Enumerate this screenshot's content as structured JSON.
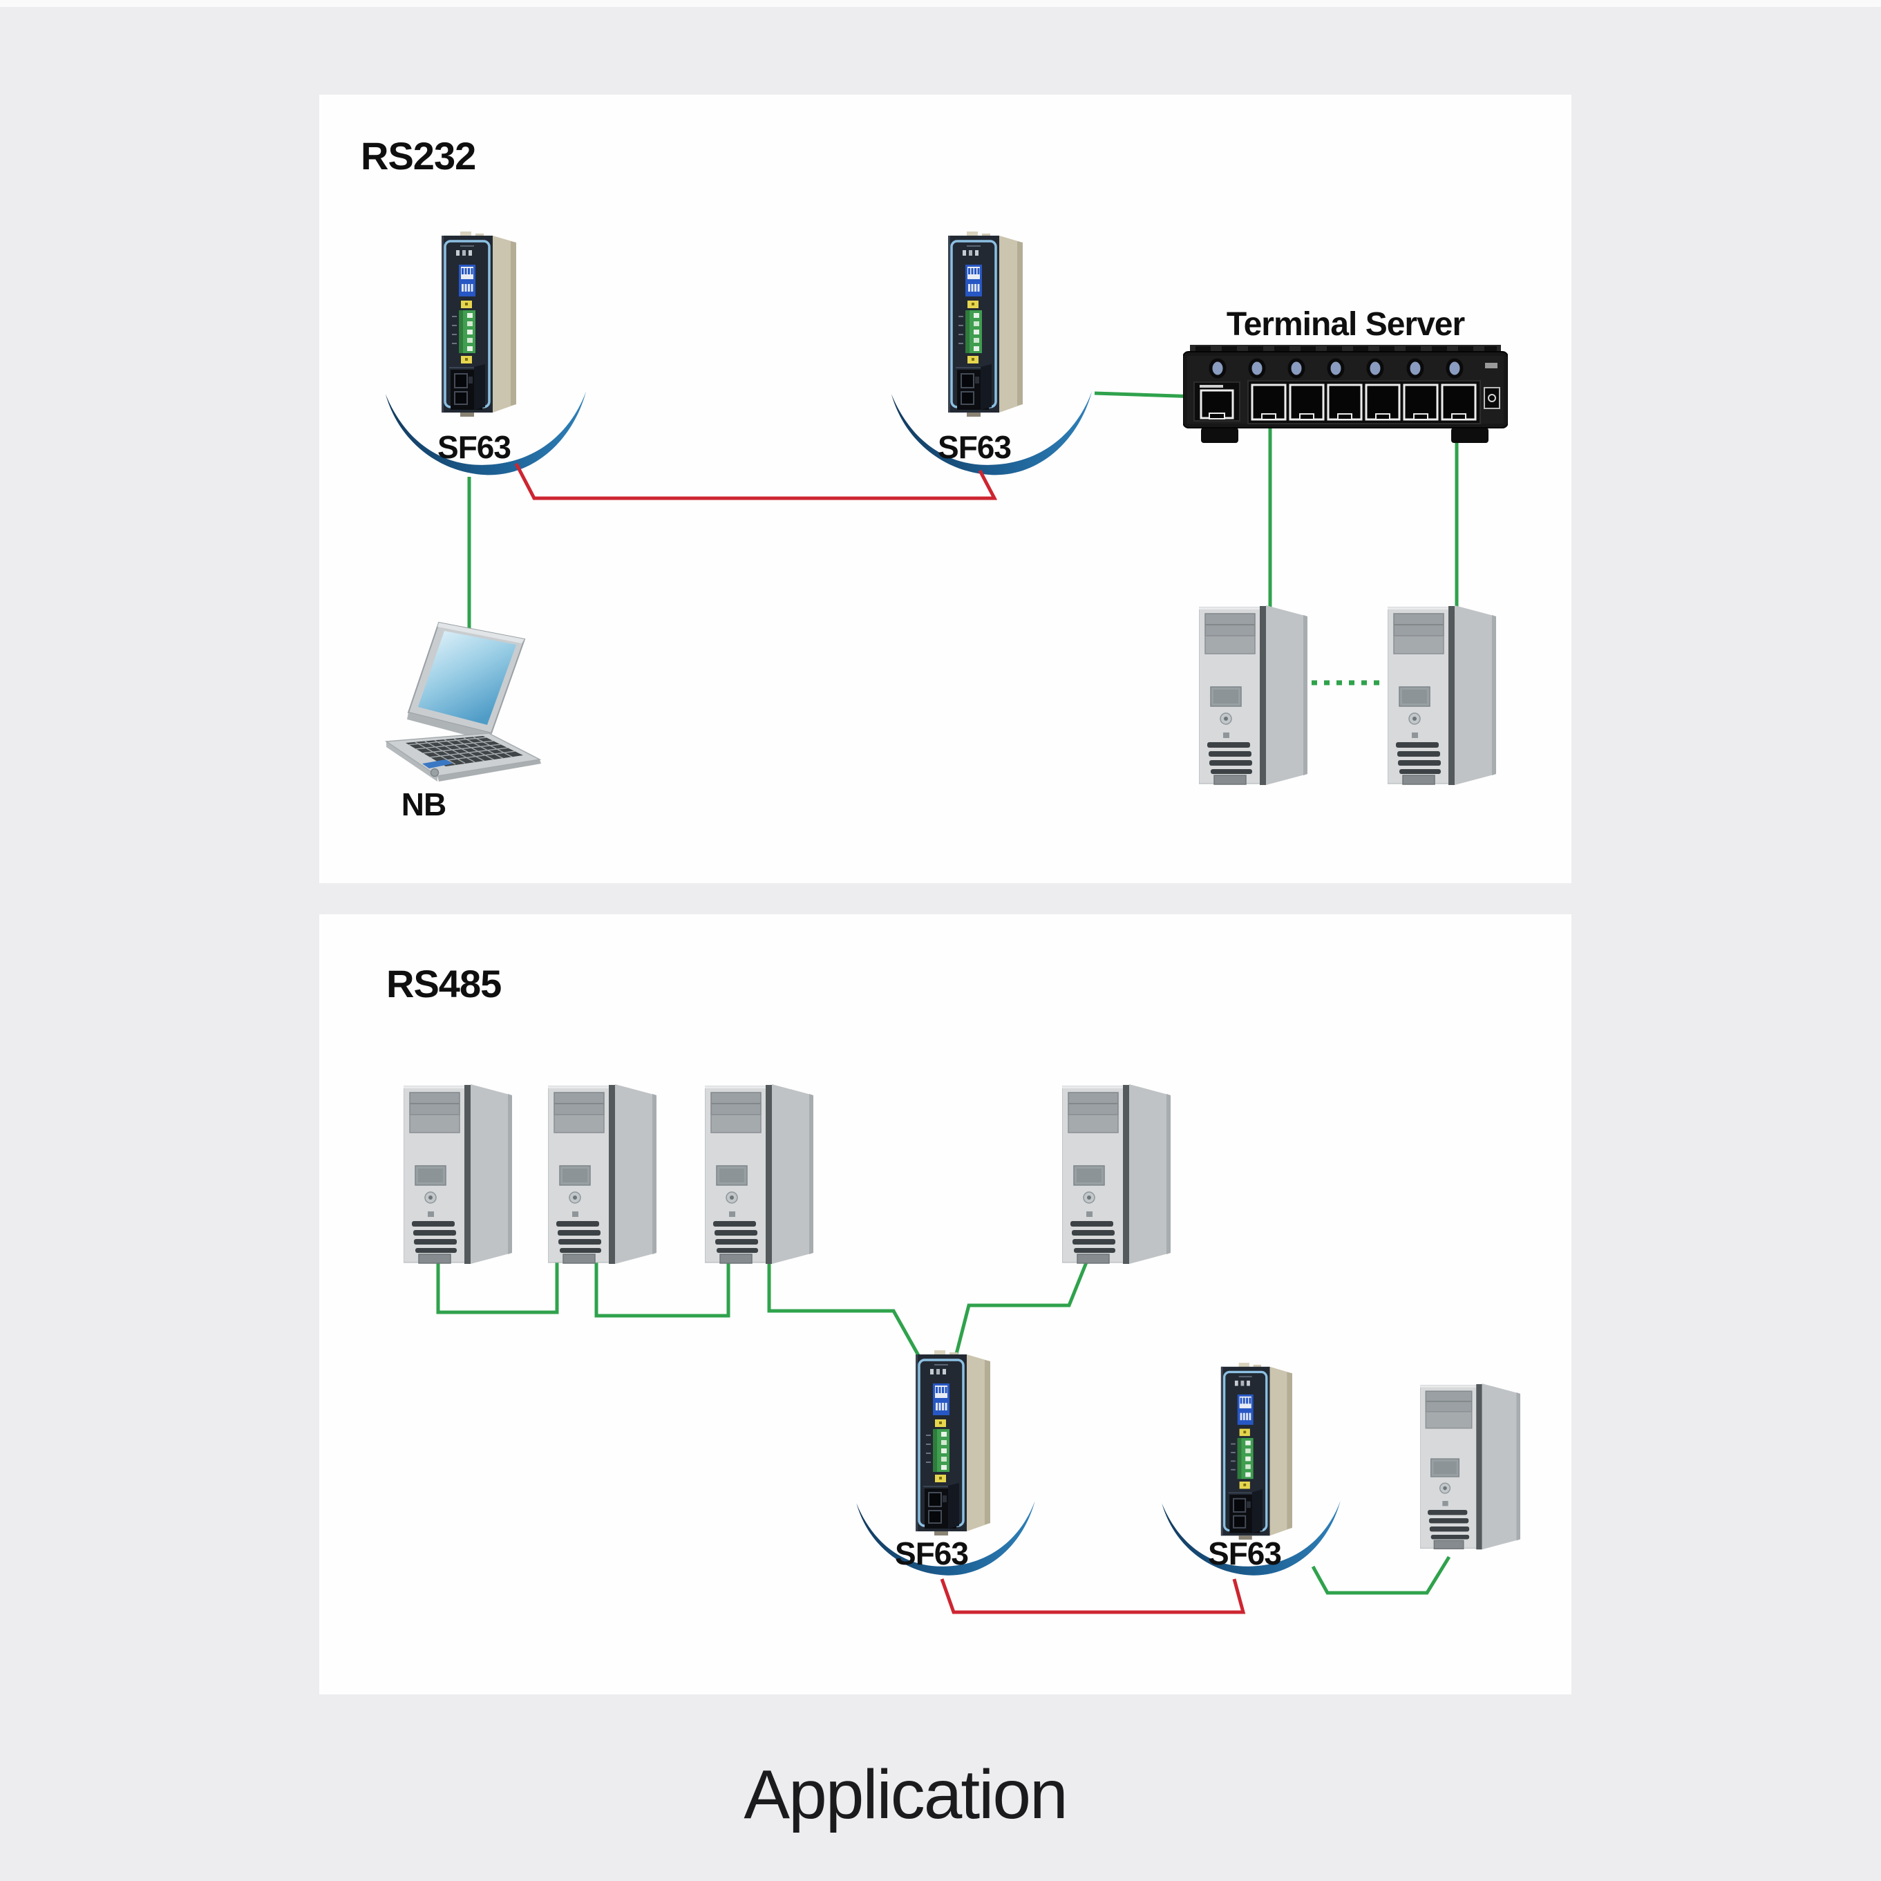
{
  "caption": "Application",
  "rs232_panel": {
    "title": "RS232",
    "sf63_left_label": "SF63",
    "sf63_right_label": "SF63",
    "terminal_server_label": "Terminal Server",
    "notebook_label": "NB"
  },
  "rs485_panel": {
    "title": "RS485",
    "sf63_left_label": "SF63",
    "sf63_right_label": "SF63"
  },
  "colors": {
    "background": "#ededef",
    "panel_background": "#fefefe",
    "label_text": "#0f0f10",
    "green_cable": "#2fa24c",
    "red_fiber_link": "#cd2531",
    "blue_swoosh": "#1d6094"
  }
}
